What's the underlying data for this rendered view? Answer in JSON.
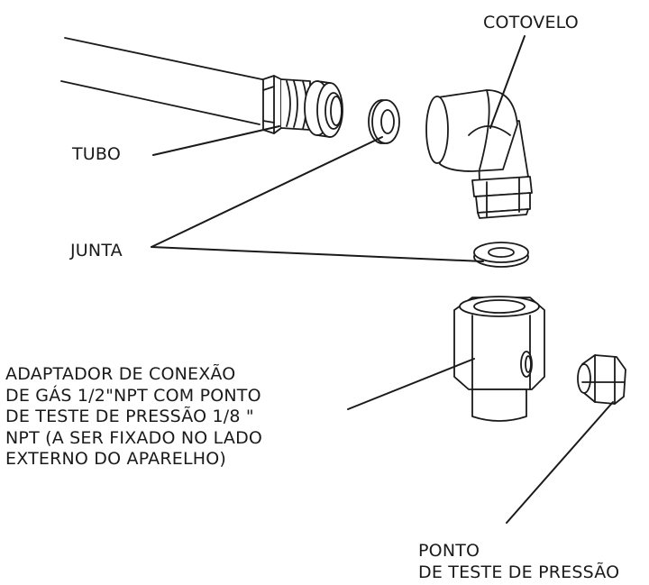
{
  "labels": {
    "cotovelo": "COTOVELO",
    "tubo": "TUBO",
    "junta": "JUNTA",
    "adapter": [
      "ADAPTADOR DE CONEXÃO",
      "DE GÁS 1/2\"NPT COM PONTO",
      "DE TESTE DE PRESSÃO 1/8 \"",
      "NPT (A SER FIXADO NO LADO",
      "EXTERNO DO APARELHO)"
    ],
    "ponto": [
      "PONTO",
      "DE TESTE DE PRESSÃO"
    ]
  },
  "colors": {
    "line": "#1a1a1a",
    "fill": "#ffffff"
  }
}
